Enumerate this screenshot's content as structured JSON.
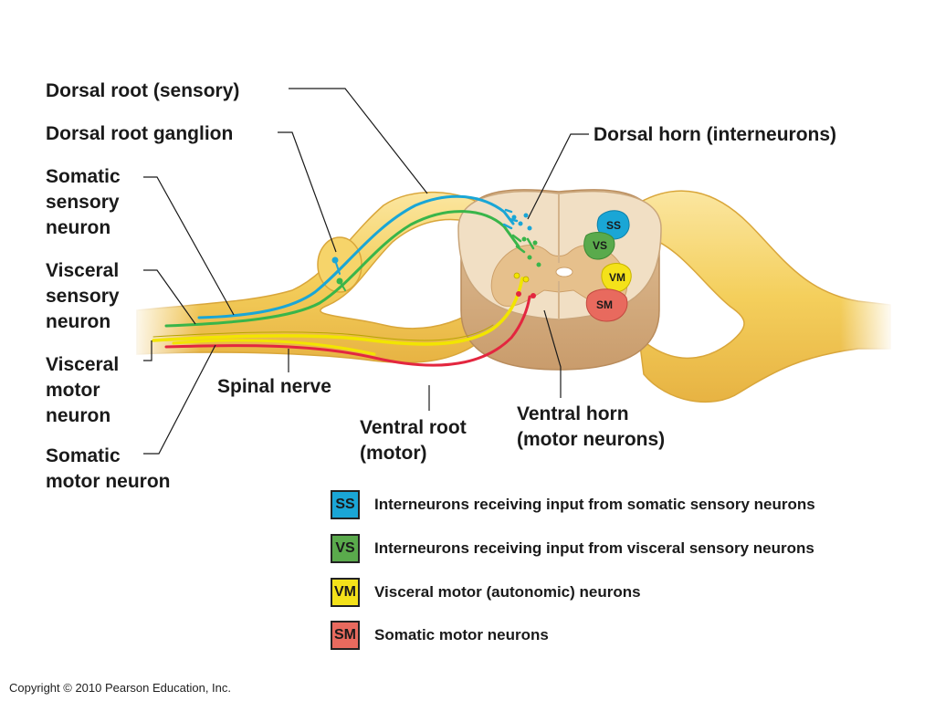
{
  "labels": {
    "dorsal_root": "Dorsal root (sensory)",
    "dorsal_root_ganglion": "Dorsal root ganglion",
    "somatic_sensory_neuron": "Somatic\nsensory\nneuron",
    "visceral_sensory_neuron": "Visceral\nsensory\nneuron",
    "visceral_motor_neuron": "Visceral\nmotor\nneuron",
    "somatic_motor_neuron": "Somatic\nmotor neuron",
    "spinal_nerve": "Spinal nerve",
    "ventral_root": "Ventral root\n(motor)",
    "ventral_horn": "Ventral horn\n(motor neurons)",
    "dorsal_horn": "Dorsal horn (interneurons)"
  },
  "zones": {
    "ss": "SS",
    "vs": "VS",
    "vm": "VM",
    "sm": "SM"
  },
  "legend": [
    {
      "code": "SS",
      "text": "Interneurons receiving input from somatic sensory neurons",
      "color": "#1aa6d6"
    },
    {
      "code": "VS",
      "text": "Interneurons receiving input from visceral sensory neurons",
      "color": "#5aaa4c"
    },
    {
      "code": "VM",
      "text": "Visceral motor (autonomic) neurons",
      "color": "#f4e21a"
    },
    {
      "code": "SM",
      "text": "Somatic motor neurons",
      "color": "#e86a5e"
    }
  ],
  "colors": {
    "somatic_sensory": "#1aa6d6",
    "visceral_sensory": "#39b54a",
    "visceral_motor": "#f2e500",
    "somatic_motor": "#e3263f",
    "nerve": "#f5d260",
    "cord": "#efdcc0",
    "gray_matter": "#e8c596"
  },
  "copyright": "Copyright © 2010 Pearson Education, Inc."
}
